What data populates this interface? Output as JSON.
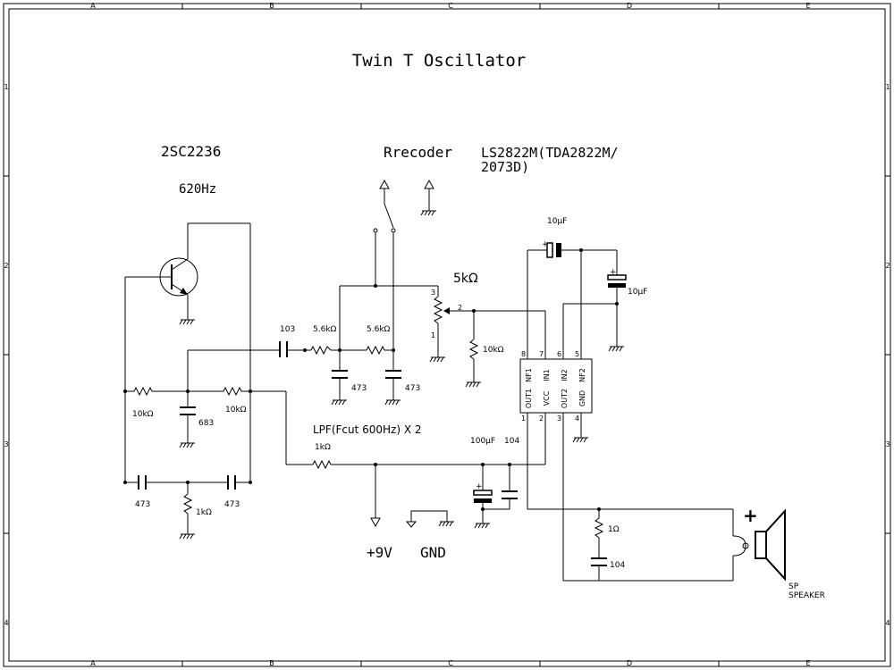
{
  "title": "Twin T Oscillator",
  "border": {
    "columns": [
      "A",
      "B",
      "C",
      "D",
      "E"
    ],
    "rows": [
      "1",
      "2",
      "3",
      "4"
    ]
  },
  "labels": {
    "transistor": "2SC2236",
    "frequency": "620Hz",
    "recorder": "Rrecoder",
    "ic_line1": "LS2822M(TDA2822M/",
    "ic_line2": "2073D)",
    "lpf": "LPF(Fcut 600Hz) X 2",
    "vcc": "+9V",
    "gnd": "GND",
    "pot": "5kΩ",
    "speaker_ref": "SP",
    "speaker_name": "SPEAKER",
    "speaker_plus": "+"
  },
  "components": {
    "c_103": "103",
    "r_56k_1": "5.6kΩ",
    "r_56k_2": "5.6kΩ",
    "c_473_lpf1": "473",
    "c_473_lpf2": "473",
    "r_10k_left": "10kΩ",
    "r_10k_right": "10kΩ",
    "c_683": "683",
    "c_473_left": "473",
    "c_473_right": "473",
    "r_1k_tee": "1kΩ",
    "r_1k_in": "1kΩ",
    "r_10k_pot": "10kΩ",
    "c_10uf_top": "10μF",
    "c_10uf_right": "10μF",
    "c_100uf": "100μF",
    "c_104_supply": "104",
    "r_1ohm": "1Ω",
    "c_104_out": "104"
  },
  "pot_pins": {
    "p1": "1",
    "p2": "2",
    "p3": "3"
  },
  "ic_pins": {
    "top_numbers": [
      "8",
      "7",
      "6",
      "5"
    ],
    "top_names": [
      "NF1",
      "IN1",
      "IN2",
      "NF2"
    ],
    "bottom_numbers": [
      "1",
      "2",
      "3",
      "4"
    ],
    "bottom_names": [
      "OUT1",
      "VCC",
      "OUT2",
      "GND"
    ]
  }
}
